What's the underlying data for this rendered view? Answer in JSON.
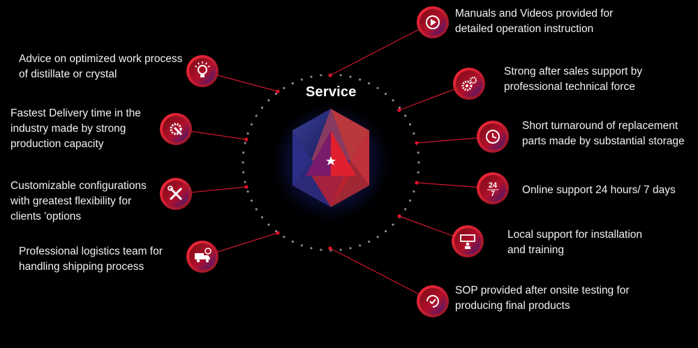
{
  "center": {
    "title": "Service"
  },
  "services": [
    {
      "id": "manuals",
      "lines": [
        "Manuals and Videos provided for",
        "detailed operation instruction"
      ],
      "icon": "play-icon"
    },
    {
      "id": "after-sales",
      "lines": [
        "Strong after sales support by",
        "professional technical force"
      ],
      "icon": "gears-icon"
    },
    {
      "id": "turnaround",
      "lines": [
        "Short turnaround of replacement",
        "parts made by substantial storage"
      ],
      "icon": "clock-icon"
    },
    {
      "id": "online",
      "lines": [
        "Online support 24 hours/ 7 days"
      ],
      "icon": "24-7-icon"
    },
    {
      "id": "local",
      "lines": [
        "Local support for installation",
        "and training"
      ],
      "icon": "presentation-icon"
    },
    {
      "id": "sop",
      "lines": [
        "SOP provided after onsite testing for",
        "producing final products"
      ],
      "icon": "refresh-check-icon"
    },
    {
      "id": "advice",
      "lines": [
        "Advice on optimized work process",
        "of distillate or crystal"
      ],
      "icon": "lightbulb-icon"
    },
    {
      "id": "delivery",
      "lines": [
        "Fastest Delivery time in the",
        "industry made by strong",
        "production capacity"
      ],
      "icon": "gear-wrench-icon"
    },
    {
      "id": "custom",
      "lines": [
        "Customizable configurations",
        "with greatest flexibility for",
        "clients 'options"
      ],
      "icon": "tools-icon"
    },
    {
      "id": "logistics",
      "lines": [
        "Professional logistics team for",
        "handling shipping process"
      ],
      "icon": "truck-icon"
    }
  ],
  "colors": {
    "accent": "#e0102a",
    "ring_dots": "#8a8a8a",
    "line": "#d0182c",
    "hex_top": "#c43a3e",
    "hex_bottom": "#2a2f8c"
  }
}
